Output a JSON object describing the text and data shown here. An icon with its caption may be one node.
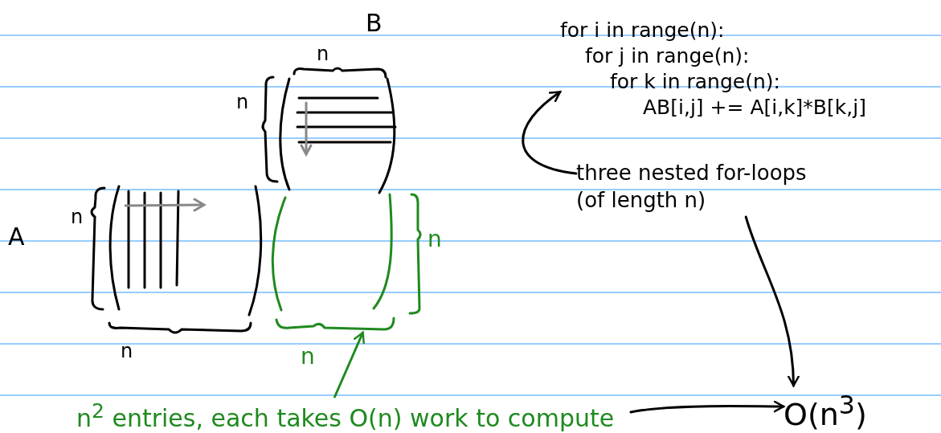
{
  "diagram": {
    "nodes": [
      {
        "text": [
          "for i in range(n):",
          "for j in range(n):",
          "for k in range(n):",
          "AB[i,j] += A[i,k]*B[k,j]"
        ]
      },
      {
        "text": [
          "three nested for-loops (of length n)"
        ]
      },
      {
        "text": [],
        "shape": "box",
        "beside": [
          "n",
          "n"
        ]
      },
      {
        "text": [
          "n$^{2}$ entries, each takes O(n) work to compute"
        ]
      },
      {
        "text": [
          "O(n$^{3}$)"
        ]
      }
    ],
    "edges": [
      {
        "from": 1,
        "to": 0,
        "arrow": "to"
      },
      {
        "from": 1,
        "to": 4,
        "arrow": "to"
      },
      {
        "from": 3,
        "to": 4,
        "arrow": "to"
      },
      {
        "from": 3,
        "to": 2,
        "arrow": "to",
        "color": "#1f8a1f"
      }
    ],
    "labels": [
      "B",
      "n",
      "n",
      "A",
      "n",
      "n"
    ]
  }
}
